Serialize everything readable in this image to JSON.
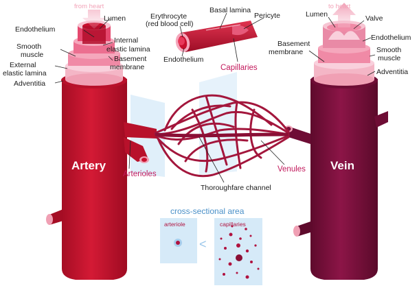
{
  "artery": {
    "name": "Artery",
    "flow_label": "from heart",
    "layers": {
      "lumen": "Lumen",
      "endothelium": "Endothelium",
      "internal_elastic_lamina": [
        "Internal",
        "elastic lamina"
      ],
      "basement_membrane": [
        "Basement",
        "membrane"
      ],
      "smooth_muscle": [
        "Smooth",
        "muscle"
      ],
      "external_elastic_lamina": [
        "External",
        "elastic lamina"
      ],
      "adventitia": "Adventitia"
    }
  },
  "vein": {
    "name": "Vein",
    "flow_label": "to heart",
    "layers": {
      "lumen": "Lumen",
      "valve": "Valve",
      "endothelium": "Endothelium",
      "basement_membrane": [
        "Basement",
        "membrane"
      ],
      "smooth_muscle": [
        "Smooth",
        "muscle"
      ],
      "adventitia": "Adventitia"
    }
  },
  "capillary": {
    "erythrocyte": [
      "Erythrocyte",
      "(red blood cell)"
    ],
    "basal_lamina": "Basal lamina",
    "pericyte": "Pericyte",
    "endothelium": "Endothelium",
    "capillaries": "Capillaries"
  },
  "network": {
    "arterioles": "Arterioles",
    "venules": "Venules",
    "thoroughfare_channel": "Thoroughfare channel"
  },
  "cross_section": {
    "title": "cross-sectional area",
    "arteriole": "arteriole",
    "capillaries": "capillaries",
    "comparison_symbol": "<"
  },
  "colors": {
    "artery": "#c8102e",
    "vein": "#7a0f3a",
    "accent": "#c2185b",
    "panel": "#d6eaf8",
    "label_blue": "#4a90c8"
  }
}
